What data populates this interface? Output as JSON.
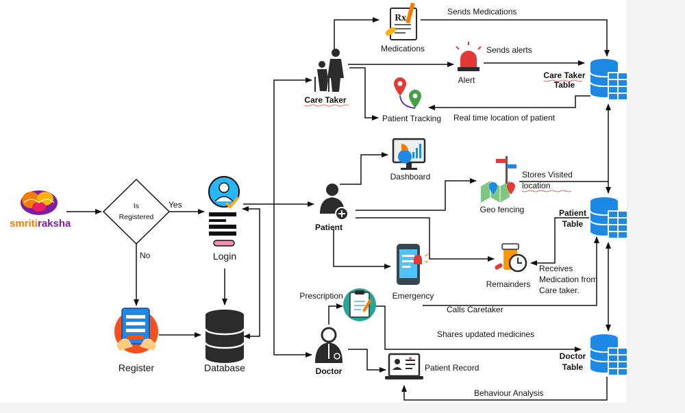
{
  "logo": {
    "text_a": "smriti",
    "text_b": "raksha"
  },
  "decision": {
    "line1": "Is",
    "line2": "Registered",
    "yes": "Yes",
    "no": "No"
  },
  "nodes": {
    "login": "Login",
    "register": "Register",
    "database": "Database",
    "care_taker": "Care Taker",
    "patient": "Patient",
    "doctor": "Doctor",
    "medications": "Medications",
    "alert": "Alert",
    "patient_tracking": "Patient Tracking",
    "dashboard": "Dashboard",
    "geo_fencing": "Geo fencing",
    "remainders": "Remainders",
    "emergency": "Emergency",
    "prescription": "Prescription",
    "patient_record": "Patient Record"
  },
  "tables": {
    "care_taker": {
      "line1": "Care Taker",
      "line2": "Table"
    },
    "patient": {
      "line1": "Patient",
      "line2": "Table"
    },
    "doctor": {
      "line1": "Doctor",
      "line2": "Table"
    }
  },
  "edge_labels": {
    "sends_medications": "Sends Medications",
    "sends_alerts": "Sends alerts",
    "realtime_location": "Real time  location of patient",
    "stores_visited_1": "Stores Visited",
    "stores_visited_2": "location",
    "receives_1": "Receives",
    "receives_2": "Medication from",
    "receives_3": "Care taker.",
    "calls_caretaker": "Calls Caretaker",
    "shares_updated": "Shares updated medicines",
    "behaviour_analysis": "Behaviour Analysis"
  },
  "colors": {
    "db_blue": "#1e88e5",
    "db_dark": "#2b2b2b",
    "alert_red": "#e53935",
    "logo_orange": "#f57c00",
    "logo_purple": "#7b1fa2"
  }
}
